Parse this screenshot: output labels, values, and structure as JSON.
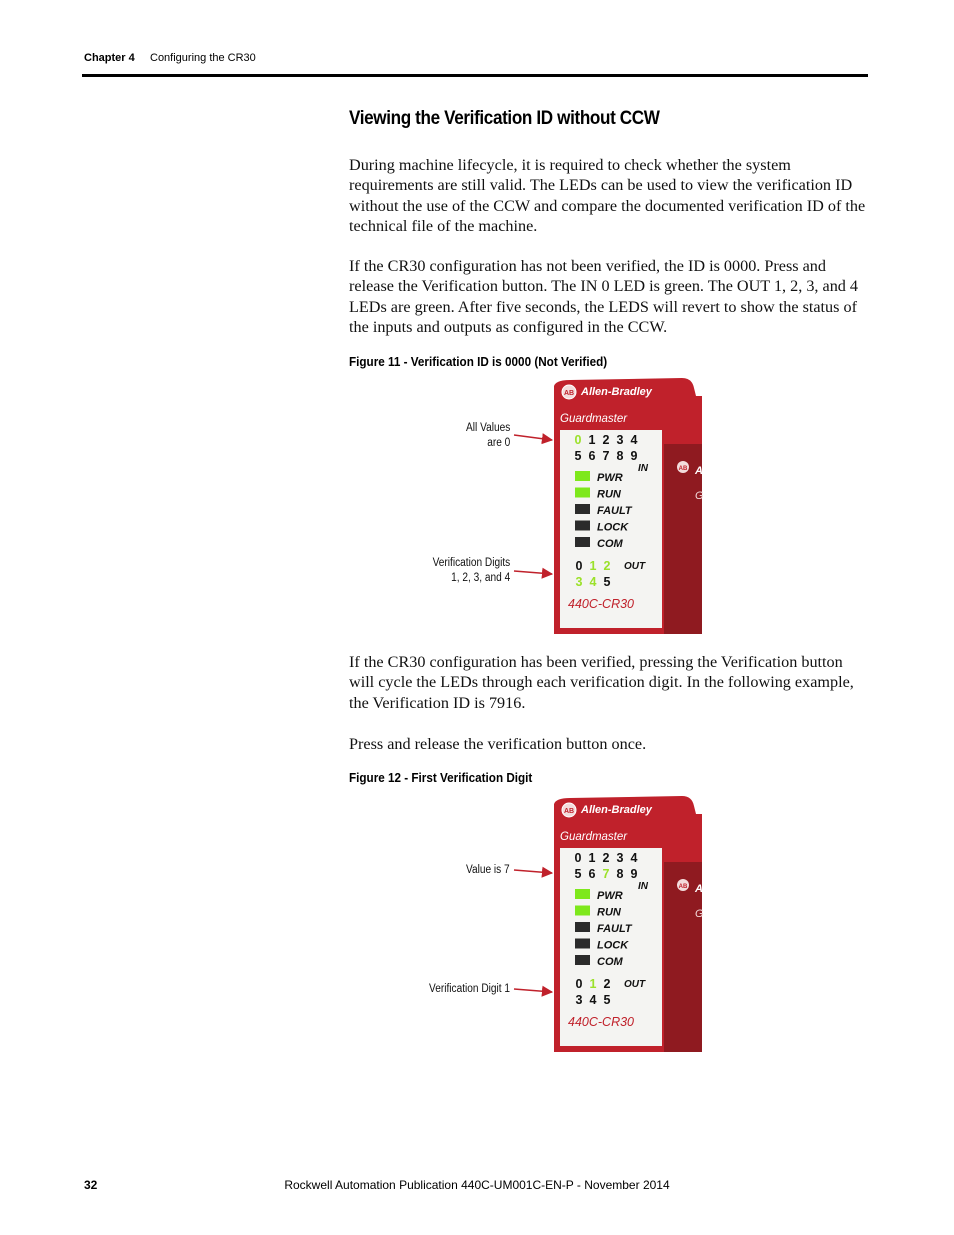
{
  "header": {
    "chapter": "Chapter 4",
    "title": "Configuring the CR30"
  },
  "section_title": "Viewing the Verification ID without CCW",
  "paragraphs": [
    "During machine lifecycle, it is required to check whether the system requirements are still valid. The LEDs can be used to view the verification ID without the use of the CCW and compare the documented verification ID of the technical file of the machine.",
    "If the CR30 configuration has not been verified, the ID is 0000. Press and release the Verification button. The IN 0 LED is green. The OUT 1, 2, 3, and 4 LEDs are green. After five seconds, the LEDS will revert to show the status of the inputs and outputs as configured in the CCW.",
    "If the CR30 configuration has been verified, pressing the Verification button will cycle the LEDs through each verification digit. In the following example, the Verification ID is 7916.",
    "Press and release the verification button once."
  ],
  "figure11": {
    "caption": "Figure 11 - Verification ID is 0000 (Not Verified)",
    "callout_top_1": "All Values",
    "callout_top_2": "are 0",
    "callout_bottom_1": "Verification Digits",
    "callout_bottom_2": "1, 2, 3, and 4",
    "in_green": [
      "0"
    ],
    "out_green": [
      "1",
      "2",
      "3",
      "4"
    ]
  },
  "figure12": {
    "caption": "Figure 12 - First Verification Digit",
    "callout_top_1": "Value is 7",
    "callout_bottom_1": "Verification Digit 1",
    "in_green": [
      "7"
    ],
    "out_green": [
      "1"
    ]
  },
  "device": {
    "brand": "Allen-Bradley",
    "logo_badge": "AB",
    "product_line": "Guardmaster",
    "model": "440C-CR30",
    "in_row1": [
      "0",
      "1",
      "2",
      "3",
      "4"
    ],
    "in_row2": [
      "5",
      "6",
      "7",
      "8",
      "9"
    ],
    "in_label": "IN",
    "status_leds": [
      "PWR",
      "RUN",
      "FAULT",
      "LOCK",
      "COM"
    ],
    "out_row1": [
      "0",
      "1",
      "2"
    ],
    "out_row2": [
      "3",
      "4",
      "5"
    ],
    "out_label": "OUT",
    "side_letter_1": "A",
    "side_letter_2": "G",
    "colors": {
      "body": "#c0212b",
      "body_dark": "#8f1a20",
      "led_on": "#7ee81c",
      "led_off": "#2b2b2b",
      "digit_green": "#9be12a"
    }
  },
  "footer": {
    "page_number": "32",
    "publication": "Rockwell Automation Publication 440C-UM001C-EN-P - November 2014"
  }
}
